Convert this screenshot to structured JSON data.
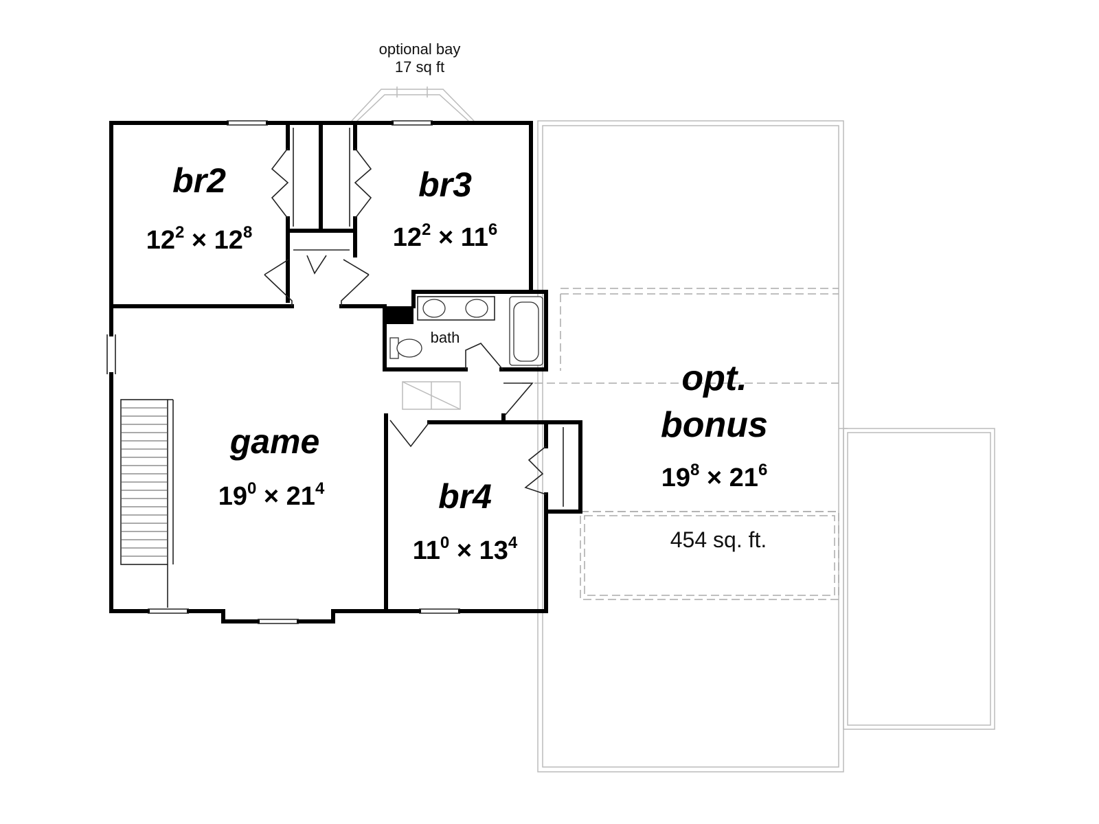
{
  "optional_bay": {
    "line1": "optional bay",
    "line2": "17 sq ft"
  },
  "rooms": {
    "br2": {
      "name": "br2",
      "w_base": "12",
      "w_sup": "2",
      "times": "×",
      "l_base": "12",
      "l_sup": "8"
    },
    "br3": {
      "name": "br3",
      "w_base": "12",
      "w_sup": "2",
      "times": "×",
      "l_base": "11",
      "l_sup": "6"
    },
    "game": {
      "name": "game",
      "w_base": "19",
      "w_sup": "0",
      "times": "×",
      "l_base": "21",
      "l_sup": "4"
    },
    "br4": {
      "name": "br4",
      "w_base": "11",
      "w_sup": "0",
      "times": "×",
      "l_base": "13",
      "l_sup": "4"
    },
    "bonus": {
      "name1": "opt.",
      "name2": "bonus",
      "w_base": "19",
      "w_sup": "8",
      "times": "×",
      "l_base": "21",
      "l_sup": "6",
      "area": "454 sq. ft."
    },
    "bath": {
      "name": "bath"
    }
  }
}
